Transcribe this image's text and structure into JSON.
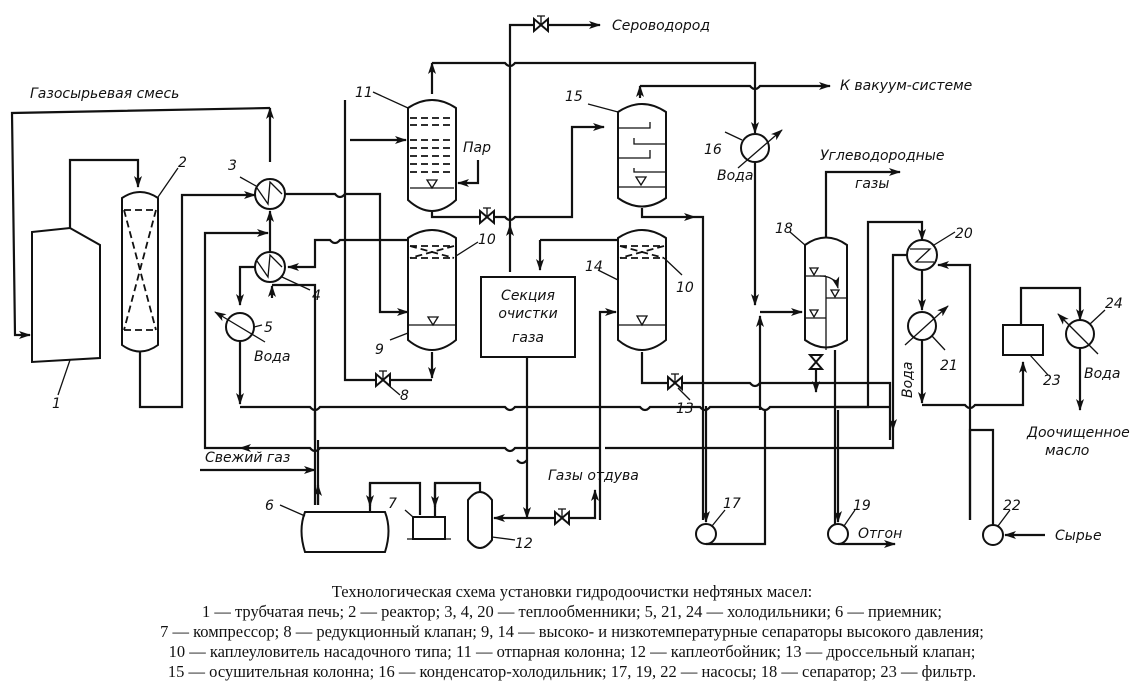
{
  "diagram": {
    "labels": {
      "gas_feed_mix": "Газосырьевая смесь",
      "hydrogen_sulfide": "Сероводород",
      "to_vacuum": "К вакуум-системе",
      "steam": "Пар",
      "hydrocarbon_gases_1": "Углеводородные",
      "hydrocarbon_gases_2": "газы",
      "water": "Вода",
      "fresh_gas": "Свежий газ",
      "purge_gases": "Газы отдува",
      "distillate": "Отгон",
      "feed": "Сырье",
      "refined_oil_1": "Доочищенное",
      "refined_oil_2": "масло",
      "gas_cleaning_1": "Секция",
      "gas_cleaning_2": "очистки",
      "gas_cleaning_3": "газа"
    },
    "equipment_numbers": [
      "1",
      "2",
      "3",
      "4",
      "5",
      "6",
      "7",
      "8",
      "9",
      "10",
      "10",
      "11",
      "12",
      "13",
      "14",
      "15",
      "16",
      "17",
      "18",
      "19",
      "20",
      "21",
      "22",
      "23",
      "24"
    ]
  },
  "caption": {
    "title": "Технологическая схема установки гидродоочистки нефтяных масел:",
    "lines": [
      "1 — трубчатая печь; 2 — реактор; 3, 4, 20 — теплообменники; 5, 21, 24 — холодильники; 6 — приемник;",
      "7 — компрессор; 8 — редукционный клапан; 9, 14 — высоко- и низкотемпературные сепараторы высокого давления;",
      "10 — каплеуловитель насадочного типа; 11 — отпарная колонна; 12 — каплеотбойник; 13 — дроссельный клапан;",
      "15 — осушительная колонна; 16 — конденсатор-холодильник; 17, 19, 22 — насосы; 18 — сепаратор; 23 — фильтр."
    ]
  }
}
